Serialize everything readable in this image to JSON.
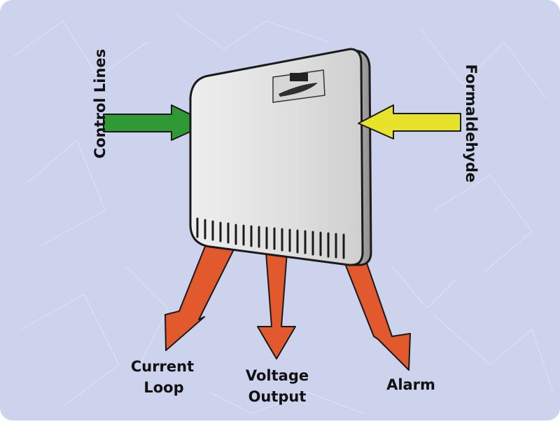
{
  "labels": {
    "control_lines": "Control Lines",
    "formaldehyde": "Formaldehyde",
    "current_loop_line1": "Current",
    "current_loop_line2": "Loop",
    "voltage_output_line1": "Voltage",
    "voltage_output_line2": "Output",
    "alarm": "Alarm"
  },
  "colors": {
    "background": "#cdd3ec",
    "background_grain": "#eef1fa",
    "device_body": "#dcdcdc",
    "device_outline": "#1a1a1a",
    "input_arrow_control": "#2f9a35",
    "input_arrow_gas": "#e6e32a",
    "output_arrow": "#e2592d"
  },
  "icons": {
    "device": "gas-sensor-transmitter-housing",
    "badge": "manufacturer-logo-badge"
  }
}
